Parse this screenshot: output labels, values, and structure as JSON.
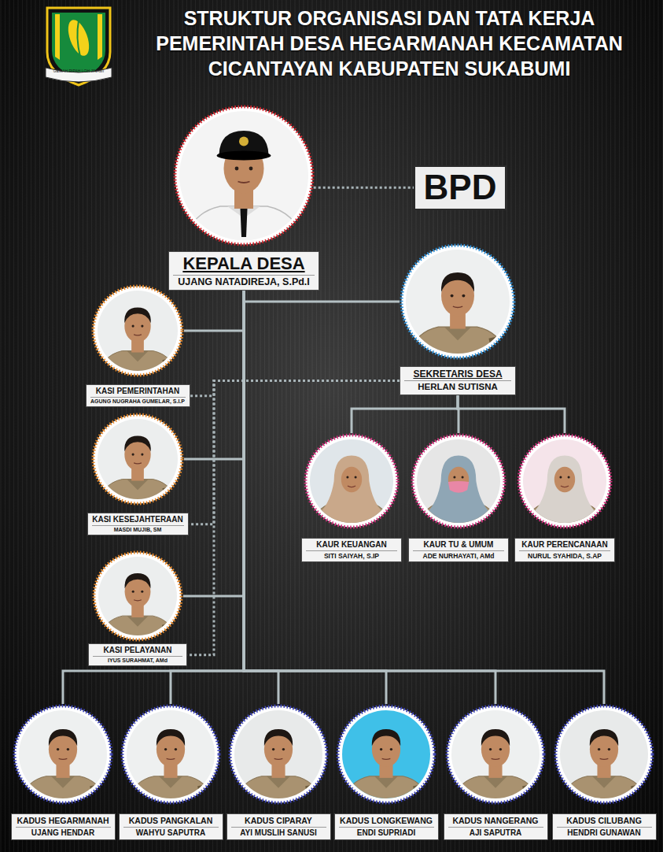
{
  "diagram": {
    "title": "STRUKTUR ORGANISASI DAN TATA KERJA PEMERINTAH DESA HEGARMANAH KECAMATAN CICANTAYAN KABUPATEN SUKABUMI",
    "nodes": [
      {
        "text": [
          "KEPALA DESA",
          "UJANG NATADIREJA, S.Pd.I"
        ]
      },
      {
        "text": [
          "BPD"
        ]
      },
      {
        "text": [
          "SEKRETARIS DESA",
          "HERLAN SUTISNA"
        ]
      },
      {
        "text": [
          "KASI PEMERINTAHAN",
          "AGUNG NUGRAHA GUMELAR, S.I.P"
        ]
      },
      {
        "text": [
          "KASI KESEJAHTERAAN",
          "MASDI MUJIB, SM"
        ]
      },
      {
        "text": [
          "KASI PELAYANAN",
          "IYUS SURAHMAT, AMd"
        ]
      },
      {
        "text": [
          "KAUR KEUANGAN",
          "SITI SAIYAH, S.IP"
        ]
      },
      {
        "text": [
          "KAUR TU & UMUM",
          "ADE NURHAYATI, AMd"
        ]
      },
      {
        "text": [
          "KAUR PERENCANAAN",
          "NURUL SYAHIDA, S.AP"
        ]
      },
      {
        "text": [
          "KADUS HEGARMANAH",
          "UJANG HENDAR"
        ]
      },
      {
        "text": [
          "KADUS PANGKALAN",
          "WAHYU SAPUTRA"
        ]
      },
      {
        "text": [
          "KADUS CIPARAY",
          "AYI MUSLIH SANUSI"
        ]
      },
      {
        "text": [
          "KADUS LONGKEWANG",
          "ENDI SUPRIADI"
        ]
      },
      {
        "text": [
          "KADUS NANGERANG",
          "AJI SAPUTRA"
        ]
      },
      {
        "text": [
          "KADUS CILUBANG",
          "HENDRI GUNAWAN"
        ]
      }
    ],
    "edges": [
      {
        "from": 0,
        "to": 1,
        "arrow": "none"
      },
      {
        "from": 0,
        "to": 2,
        "arrow": "none"
      },
      {
        "from": 0,
        "to": 3,
        "arrow": "none"
      },
      {
        "from": 0,
        "to": 4,
        "arrow": "none"
      },
      {
        "from": 0,
        "to": 5,
        "arrow": "none"
      },
      {
        "from": 2,
        "to": 6,
        "arrow": "none"
      },
      {
        "from": 2,
        "to": 7,
        "arrow": "none"
      },
      {
        "from": 2,
        "to": 8,
        "arrow": "none"
      },
      {
        "from": 2,
        "to": 3,
        "arrow": "none"
      },
      {
        "from": 2,
        "to": 4,
        "arrow": "none"
      },
      {
        "from": 2,
        "to": 5,
        "arrow": "none"
      },
      {
        "from": 0,
        "to": 9,
        "arrow": "none"
      },
      {
        "from": 0,
        "to": 10,
        "arrow": "none"
      },
      {
        "from": 0,
        "to": 11,
        "arrow": "none"
      },
      {
        "from": 0,
        "to": 12,
        "arrow": "none"
      },
      {
        "from": 0,
        "to": 13,
        "arrow": "none"
      },
      {
        "from": 0,
        "to": 14,
        "arrow": "none"
      }
    ],
    "labels": [
      "GEMAH RIPAH LOH JINAWI"
    ]
  }
}
